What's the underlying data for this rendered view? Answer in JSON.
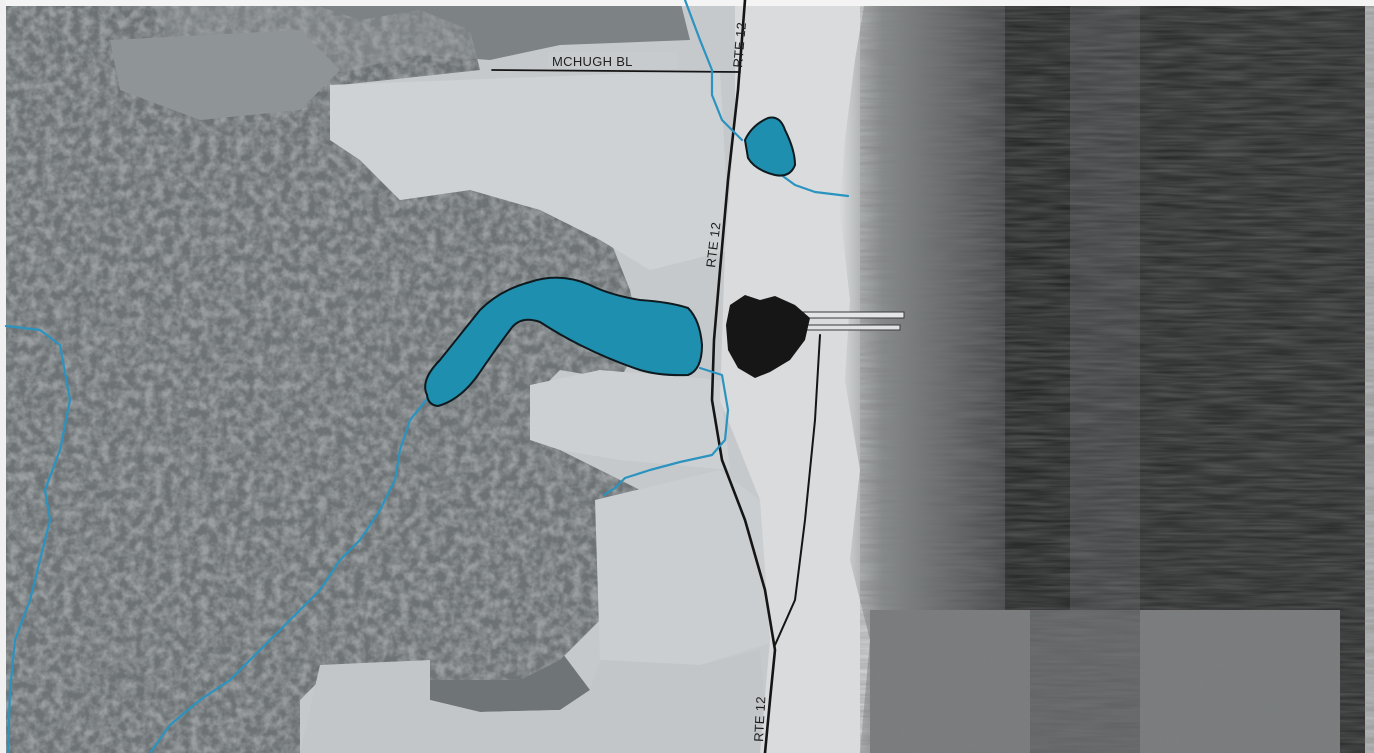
{
  "map": {
    "labels": {
      "road_mchugh": "MCHUGH BL",
      "road_rte12_top": "RTE 12",
      "road_rte12_mid": "RTE 12",
      "road_rte12_bottom": "RTE 12"
    },
    "layers": {
      "water_fill": "#1e8fae",
      "stream_color": "#2a93bf",
      "road_color": "#151515",
      "forest_color": "#5a5f62",
      "clearing_color": "#c9cccf",
      "water_body_color": "#1c1d1d"
    },
    "features": [
      "aerial-imagery",
      "forest",
      "clearings",
      "shoreline",
      "open-water",
      "ponds",
      "streams",
      "roads",
      "pier"
    ]
  }
}
